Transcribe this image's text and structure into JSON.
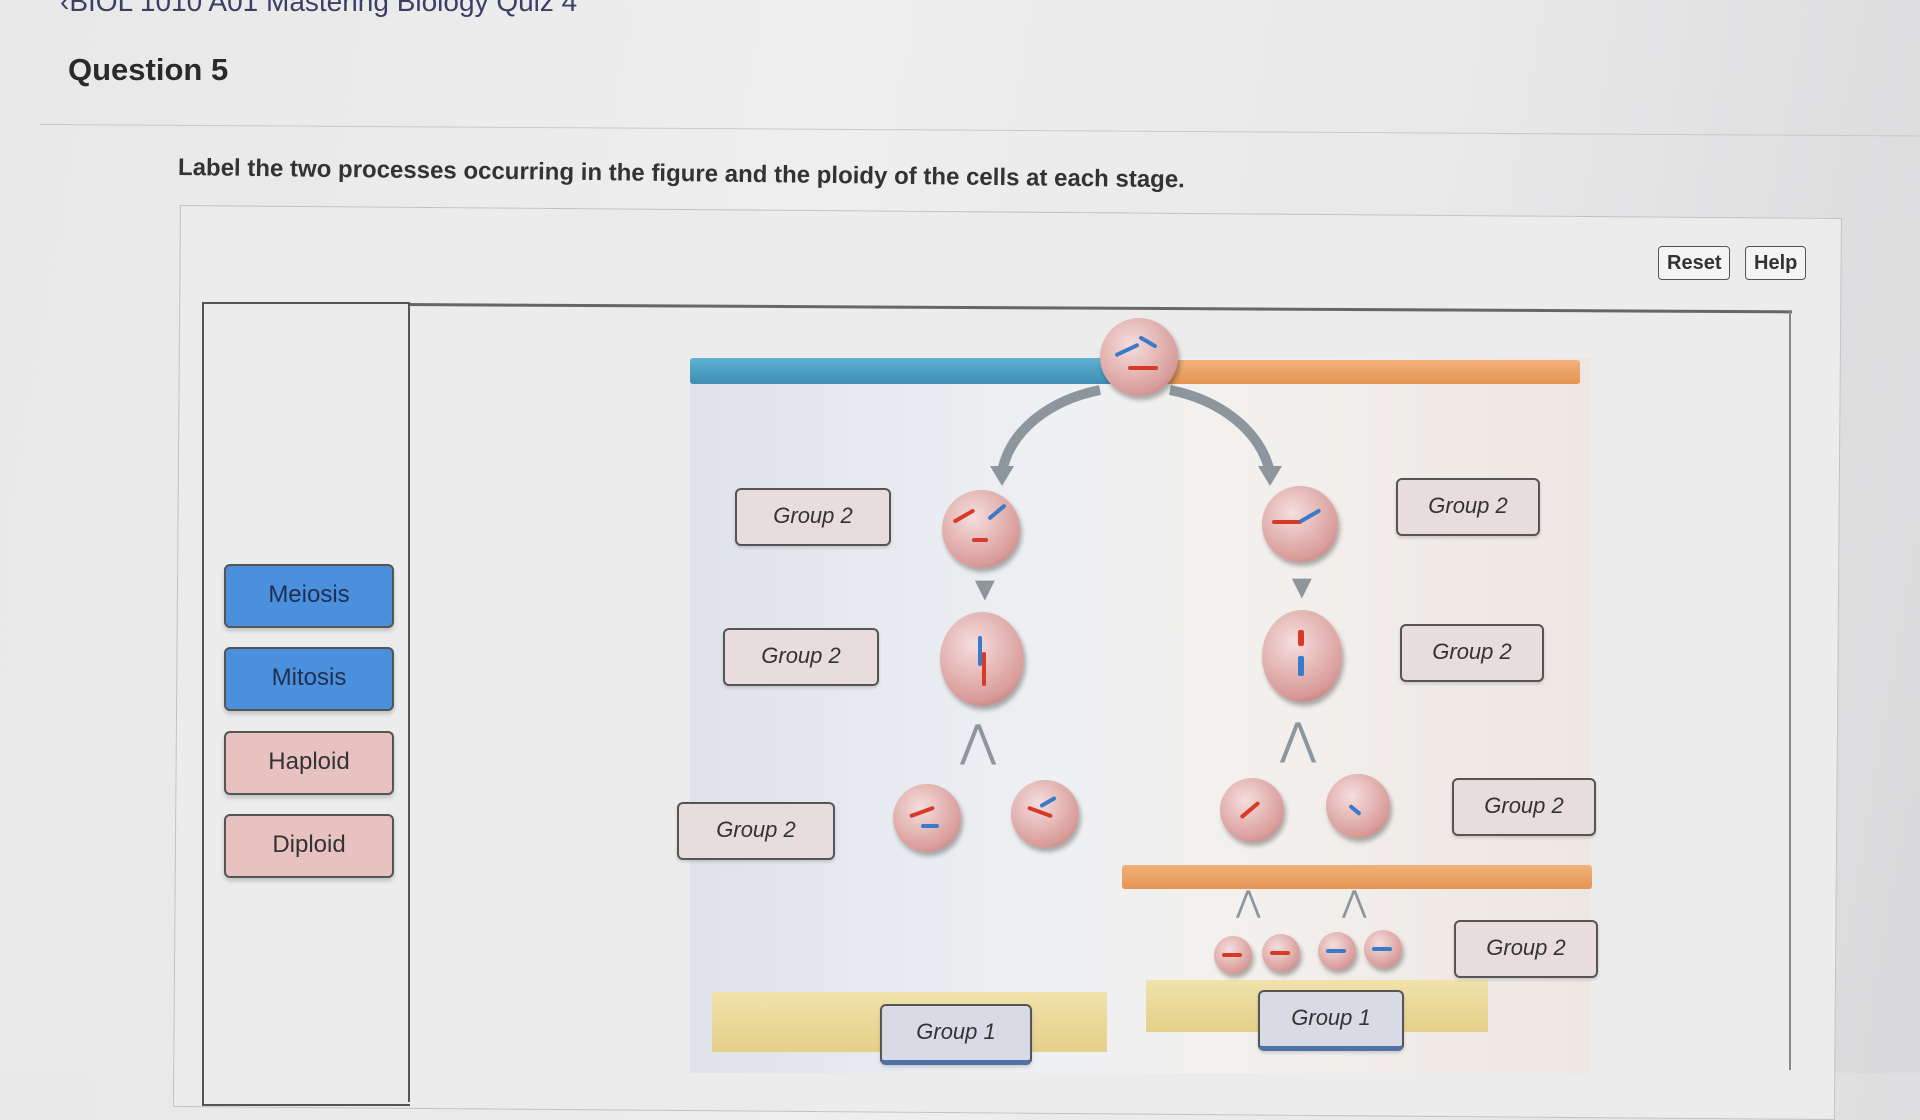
{
  "header": {
    "breadcrumb": "BIOL 1010 A01 Mastering Biology Quiz 4",
    "question_title": "Question 5"
  },
  "prompt": "Label the two processes occurring in the figure and the ploidy of the cells at each stage.",
  "toolbar": {
    "reset_label": "Reset",
    "help_label": "Help"
  },
  "label_bank": [
    {
      "label": "Meiosis",
      "color": "#4a90dc"
    },
    {
      "label": "Mitosis",
      "color": "#4a90dc"
    },
    {
      "label": "Haploid",
      "color": "#e7c2c0"
    },
    {
      "label": "Diploid",
      "color": "#e7c2c0"
    }
  ],
  "drop_targets": {
    "left_1": "Group 2",
    "left_2": "Group 2",
    "left_3": "Group 2",
    "right_1": "Group 2",
    "right_2": "Group 2",
    "right_3": "Group 2",
    "right_4": "Group 2",
    "bottom_left": "Group 1",
    "bottom_right": "Group 1"
  },
  "colors": {
    "mitosis_bar": "#4a9fc7",
    "meiosis_bar": "#ec9f60",
    "process_label_bar": "#ead98f"
  }
}
